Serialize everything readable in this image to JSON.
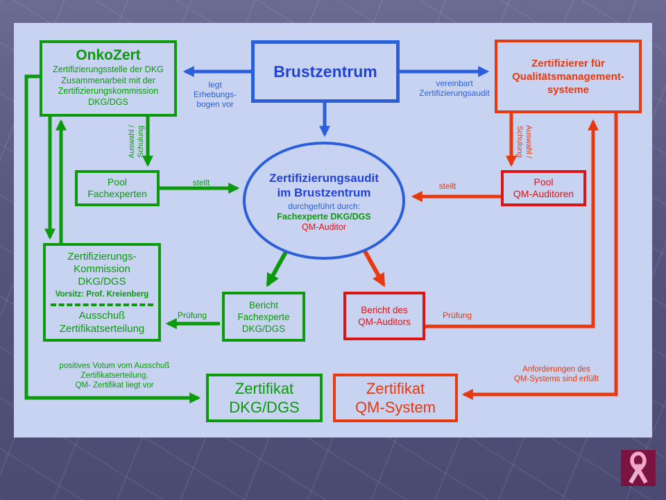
{
  "colors": {
    "background": "#54547c",
    "panel_bg": "#c7d3f1",
    "green": "#0a9a0a",
    "blue": "#2b5fd9",
    "red_orange": "#e8380d",
    "red": "#dd1414",
    "ribbon_bg": "#7a1342",
    "ribbon_pink": "#f2a8c6"
  },
  "boxes": {
    "onkozert": {
      "title": "OnkoZert",
      "lines": [
        "Zertifizierungsstelle der DKG",
        "Zusammenarbeit mit der",
        "Zertifizierungskommission",
        "DKG/DGS"
      ]
    },
    "brustzentrum": {
      "title": "Brustzentrum"
    },
    "zertifizierer": {
      "lines": [
        "Zertifizierer für",
        "Qualitätsmanagement-",
        "systeme"
      ]
    },
    "pool_fachexperten": {
      "lines": [
        "Pool",
        "Fachexperten"
      ]
    },
    "pool_qm_auditoren": {
      "lines": [
        "Pool",
        "QM-Auditoren"
      ]
    },
    "audit_ellipse": {
      "title1": "Zertifizierungsaudit",
      "title2": "im Brustzentrum",
      "sub": "durchgeführt durch:",
      "actor_green": "Fachexperte DKG/DGS",
      "actor_red": "QM-Auditor"
    },
    "kommission": {
      "lines": [
        "Zertifizierungs-",
        "Kommission",
        "DKG/DGS"
      ],
      "chair": "Vorsitz: Prof. Kreienberg",
      "lower": [
        "Ausschuß",
        "Zertifikatserteilung"
      ]
    },
    "bericht_fachexperte": {
      "lines": [
        "Bericht",
        "Fachexperte",
        "DKG/DGS"
      ]
    },
    "bericht_qm": {
      "lines": [
        "Bericht des",
        "QM-Auditors"
      ]
    },
    "zertifikat_dkg": {
      "lines": [
        "Zertifikat",
        "DKG/DGS"
      ]
    },
    "zertifikat_qm": {
      "lines": [
        "Zertifikat",
        "QM-System"
      ]
    }
  },
  "labels": {
    "legt": [
      "legt",
      "Erhebungs-",
      "bogen vor"
    ],
    "vereinbart": [
      "vereinbart",
      "Zertifizierungsaudit"
    ],
    "auswahl_links": [
      "Auswahl /",
      "Schulung"
    ],
    "auswahl_rechts": [
      "Auswahl /",
      "Schulung"
    ],
    "stellt_links": "stellt",
    "stellt_rechts": "stellt",
    "pruefung_links": "Prüfung",
    "pruefung_rechts": "Prüfung",
    "votum": [
      "positives Votum vom Ausschuß",
      "Zertifikatserteilung,",
      "QM- Zertifikat liegt vor"
    ],
    "anforderungen": [
      "Anforderungen des",
      "QM-Systems sind erfüllt"
    ]
  },
  "logo": {
    "name": "pink-ribbon"
  }
}
